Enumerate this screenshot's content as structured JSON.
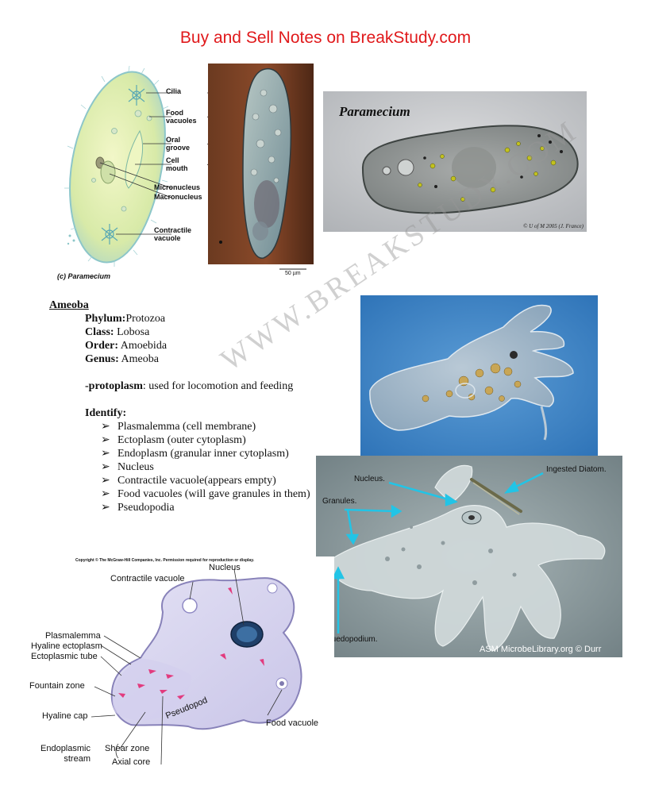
{
  "header": {
    "title": "Buy and Sell Notes on BreakStudy.com"
  },
  "watermark": "WWW.BREAKSTUDY.COM",
  "figure_paramecium_diagram": {
    "labels": {
      "cilia": "Cilia",
      "food_vacuoles": "Food\nvacuoles",
      "oral_groove": "Oral\ngroove",
      "cell_mouth": "Cell\nmouth",
      "micronucleus": "Micronucleus",
      "macronucleus": "Macronucleus",
      "contractile_vacuole": "Contractile\nvacuole",
      "caption": "(c) Paramecium",
      "scale": "50 µm"
    }
  },
  "figure_paramecium_photo": {
    "title": "Paramecium",
    "credit": "© U of M 2005 (J. France)"
  },
  "notes": {
    "heading": "Ameoba",
    "taxonomy": [
      {
        "key": "Phylum:",
        "value": "Protozoa"
      },
      {
        "key": "Class:",
        "value": " Lobosa"
      },
      {
        "key": "Order:",
        "value": " Amoebida"
      },
      {
        "key": "Genus:",
        "value": " Ameoba"
      }
    ],
    "protoplasm_key": "-protoplasm",
    "protoplasm_value": ": used for locomotion and feeding",
    "identify_label": "Identify:",
    "bullet_glyph": "➢",
    "identify_items": [
      "Plasmalemma (cell membrane)",
      "Ectoplasm (outer cytoplasm)",
      "Endoplasm (granular inner cytoplasm)",
      "Nucleus",
      "Contractile vacuole(appears empty)",
      "Food vacuoles  (will gave granules in them)",
      "Pseudopodia"
    ]
  },
  "figure_amoeba_micrograph": {
    "labels": {
      "nucleus": "Nucleus.",
      "ingested_diatom": "Ingested Diatom.",
      "granules": "Granules.",
      "pseudopodium": "Psuedopodium.",
      "credit": "ASM MicrobeLibrary.org © Durr"
    }
  },
  "figure_amoeba_diagram": {
    "copyright": "Copyright © The McGraw-Hill Companies, Inc. Permission required for reproduction or display.",
    "labels": {
      "nucleus": "Nucleus",
      "contractile_vacuole": "Contractile vacuole",
      "plasmalemma": "Plasmalemma",
      "hyaline_ectoplasm": "Hyaline ectoplasm",
      "ectoplasmic_tube": "Ectoplasmic tube",
      "fountain_zone": "Fountain zone",
      "hyaline_cap": "Hyaline cap",
      "pseudopod": "Pseudopod",
      "food_vacuole": "Food vacuole",
      "endoplasmic_stream": "Endoplasmic\nstream",
      "shear_zone": "Shear zone",
      "axial_core": "Axial core"
    }
  },
  "colors": {
    "header_red": "#e0191b",
    "arrow_cyan": "#22c4e6",
    "amoeba_blue_bg": "#3f86c9",
    "diagram_lavender": "#d7d4ee"
  }
}
